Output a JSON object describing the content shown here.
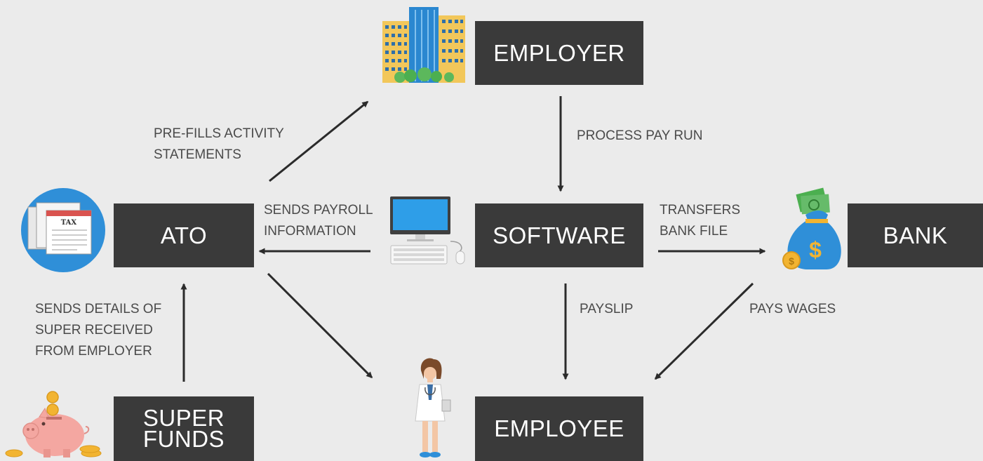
{
  "nodes": {
    "employer": {
      "label": "EMPLOYER"
    },
    "software": {
      "label": "SOFTWARE"
    },
    "ato": {
      "label": "ATO"
    },
    "bank": {
      "label": "BANK"
    },
    "employee": {
      "label": "EMPLOYEE"
    },
    "super_funds": {
      "label_line1": "SUPER",
      "label_line2": "FUNDS"
    }
  },
  "edges": {
    "ato_to_employer": {
      "line1": "PRE-FILLS ACTIVITY",
      "line2": "STATEMENTS"
    },
    "employer_to_software": {
      "line1": "PROCESS PAY RUN"
    },
    "software_to_ato": {
      "line1": "SENDS PAYROLL",
      "line2": "INFORMATION"
    },
    "software_to_bank": {
      "line1": "TRANSFERS",
      "line2": "BANK FILE"
    },
    "software_to_employee": {
      "line1": "PAYSLIP"
    },
    "bank_to_employee": {
      "line1": "PAYS WAGES"
    },
    "super_to_ato": {
      "line1": "SENDS DETAILS OF",
      "line2": "SUPER RECEIVED",
      "line3": "FROM EMPLOYER"
    }
  },
  "icons": {
    "employer": "office-buildings-icon",
    "ato": "tax-document-icon",
    "software": "desktop-computer-icon",
    "bank": "money-bag-icon",
    "employee": "doctor-employee-icon",
    "super_funds": "piggy-bank-icon"
  },
  "tax_form_text": "TAX",
  "money_symbol": "$",
  "colors": {
    "background": "#ebebeb",
    "box": "#3a3a3a",
    "box_text": "#ffffff",
    "label_text": "#4a4a4a",
    "arrow": "#2b2b2b",
    "accent_blue": "#2f8fd8",
    "gold": "#f2b431",
    "piggy_pink": "#f4a7a1"
  }
}
